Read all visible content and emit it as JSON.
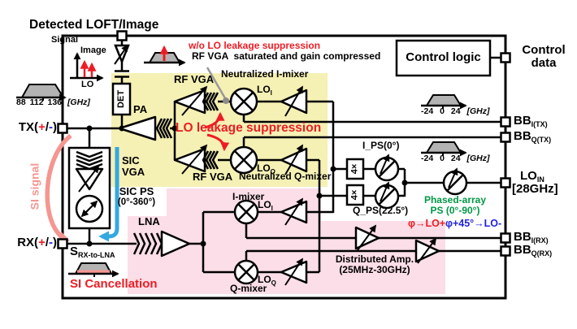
{
  "diagram_title": "Detected LOFT/Image",
  "legend": {
    "signal": "Signal",
    "image": "Image",
    "lo": "LO"
  },
  "tx_spectrum": {
    "tick1": "88",
    "tick2": "112",
    "tick3": "136",
    "unit": "[GHz]"
  },
  "bb_spectrum": {
    "tick1": "-24",
    "tick2": "0",
    "tick3": "24",
    "unit": "[GHz]"
  },
  "warning": {
    "line1": "w/o LO leakage suppression",
    "line2": "RF VGA  saturated and gain compressed"
  },
  "blocks": {
    "det": "DET",
    "pa": "PA",
    "rf_vga_top": "RF VGA",
    "rf_vga_bottom": "RF VGA",
    "neutralized_i_mixer": "Neutralized I-mixer",
    "neutralized_q_mixer": "Neutralized Q-mixer",
    "lo_leakage": "LO leakage suppression",
    "sic_vga_line1": "SIC",
    "sic_vga_line2": "VGA",
    "sic_ps_line1": "SIC PS",
    "sic_ps_line2": "(0°-360°)",
    "lna": "LNA",
    "i_mixer": "I-mixer",
    "q_mixer": "Q-mixer",
    "multiplier": "4×",
    "i_ps": "I_PS(0°)",
    "q_ps": "Q_PS(22.5°)",
    "phased_array_line1": "Phased-array",
    "phased_array_line2": "PS (0°-90°)",
    "phi_plus": "φ→LO+",
    "phi_minus": "φ+45°→LO-",
    "dist_amp_line1": "Distributed Amp.",
    "dist_amp_line2": "(25MHz-30GHz)",
    "control_logic": "Control logic",
    "si_signal": "SI signal",
    "si_cancellation": "SI Cancellation",
    "lo_i": {
      "main": "LO",
      "sub": "I"
    },
    "lo_q": {
      "main": "LO",
      "sub": "Q"
    }
  },
  "ports": {
    "control_data_line1": "Control",
    "control_data_line2": "data",
    "tx": {
      "pre": "TX(",
      "plus": "+",
      "slash": "/",
      "minus": "-",
      "post": ")"
    },
    "rx": {
      "pre": "RX(",
      "plus": "+",
      "slash": "/",
      "minus": "-",
      "post": ")"
    },
    "bb_i_tx": {
      "main": "BB",
      "sub": "I(TX)"
    },
    "bb_q_tx": {
      "main": "BB",
      "sub": "Q(TX)"
    },
    "lo_in": {
      "main": "LO",
      "sub": "IN",
      "freq": "[28GHz]"
    },
    "bb_i_rx": {
      "main": "BB",
      "sub": "I(RX)"
    },
    "bb_q_rx": {
      "main": "BB",
      "sub": "Q(RX)"
    },
    "s_rx_to_lna": {
      "main": "S",
      "sub": "RX-to-LNA"
    }
  },
  "colors": {
    "highlight_yellow": "#F5F0B4",
    "highlight_pink": "#FBDEE7",
    "accent_red": "#ED1C24",
    "accent_blue": "#2222DD",
    "accent_green": "#009845",
    "si_salmon": "#F59690",
    "sic_blue": "#35A8E0",
    "spectrum_gray": "#B3B3B3"
  }
}
